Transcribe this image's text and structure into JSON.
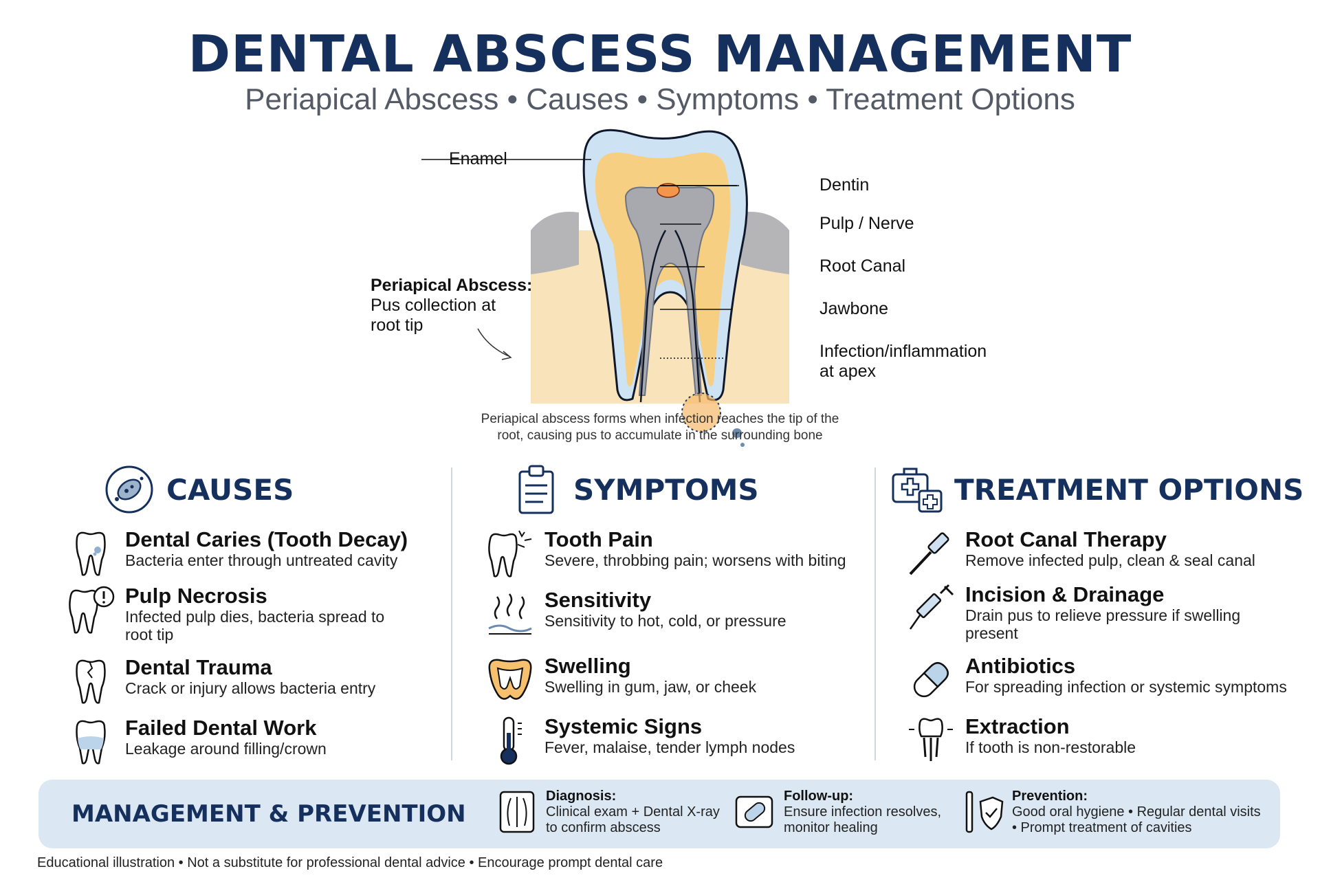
{
  "header": {
    "title": "DENTAL ABSCESS MANAGEMENT",
    "subtitle": "Periapical Abscess • Causes • Symptoms • Treatment Options"
  },
  "diagram": {
    "labels": {
      "enamel": "Enamel",
      "dentin": "Dentin",
      "pulp": "Pulp / Nerve",
      "root_canal": "Root Canal",
      "jawbone": "Jawbone",
      "infection_line1": "Infection/inflammation",
      "infection_line2": "at apex"
    },
    "abscess_callout": {
      "title": "Periapical Abscess:",
      "line1": "Pus collection at",
      "line2": "root tip"
    },
    "caption_line1": "Periapical abscess forms when infection reaches the tip of the",
    "caption_line2": "root, causing pus to accumulate in the surrounding bone"
  },
  "causes": {
    "heading": "CAUSES",
    "items": [
      {
        "title": "Dental Caries (Tooth Decay)",
        "desc": "Bacteria enter through untreated cavity",
        "desc2": "",
        "icon": "decayed-tooth-icon"
      },
      {
        "title": "Pulp Necrosis",
        "desc": "Infected pulp dies, bacteria spread to",
        "desc2": "root tip",
        "icon": "tooth-alert-icon"
      },
      {
        "title": "Dental Trauma",
        "desc": "Crack or injury allows bacteria entry",
        "desc2": "",
        "icon": "cracked-tooth-icon"
      },
      {
        "title": "Failed Dental Work",
        "desc": "Leakage around filling/crown",
        "desc2": "",
        "icon": "filled-tooth-icon"
      }
    ]
  },
  "symptoms": {
    "heading": "SYMPTOMS",
    "items": [
      {
        "title": "Tooth Pain",
        "desc": "Severe, throbbing pain; worsens with biting",
        "desc2": "",
        "icon": "painful-tooth-icon"
      },
      {
        "title": "Sensitivity",
        "desc": "Sensitivity to hot, cold, or pressure",
        "desc2": "",
        "icon": "heat-waves-icon"
      },
      {
        "title": "Swelling",
        "desc": "Swelling in gum, jaw, or cheek",
        "desc2": "",
        "icon": "swollen-gum-icon"
      },
      {
        "title": "Systemic Signs",
        "desc": "Fever, malaise, tender lymph nodes",
        "desc2": "",
        "icon": "thermometer-icon"
      }
    ]
  },
  "treatment": {
    "heading": "TREATMENT OPTIONS",
    "items": [
      {
        "title": "Root Canal Therapy",
        "desc": "Remove infected pulp, clean & seal canal",
        "desc2": "",
        "icon": "endodontic-file-icon"
      },
      {
        "title": "Incision & Drainage",
        "desc": "Drain pus to relieve pressure if swelling",
        "desc2": "present",
        "icon": "syringe-icon"
      },
      {
        "title": "Antibiotics",
        "desc": "For spreading infection or systemic symptoms",
        "desc2": "",
        "icon": "capsule-icon"
      },
      {
        "title": "Extraction",
        "desc": "If tooth is non-restorable",
        "desc2": "",
        "icon": "extracted-tooth-icon"
      }
    ]
  },
  "management": {
    "heading": "MANAGEMENT & PREVENTION",
    "items": [
      {
        "title": "Diagnosis:",
        "line1": "Clinical exam + Dental X-ray",
        "line2": "to confirm abscess",
        "icon": "xray-icon"
      },
      {
        "title": "Follow-up:",
        "line1": "Ensure infection resolves,",
        "line2": "monitor healing",
        "icon": "pill-box-icon"
      },
      {
        "title": "Prevention:",
        "line1": "Good oral hygiene • Regular dental visits",
        "line2": "• Prompt treatment of cavities",
        "icon": "toothbrush-shield-icon"
      }
    ]
  },
  "footer": "Educational illustration • Not a substitute for professional dental advice • Encourage prompt dental care",
  "colors": {
    "navy": "#16305e",
    "enamel": "#c9def0",
    "dentin": "#f7cf83",
    "bone": "#f8e3bb",
    "gum": "#a8a8ab",
    "panel": "#dbe8f4"
  }
}
